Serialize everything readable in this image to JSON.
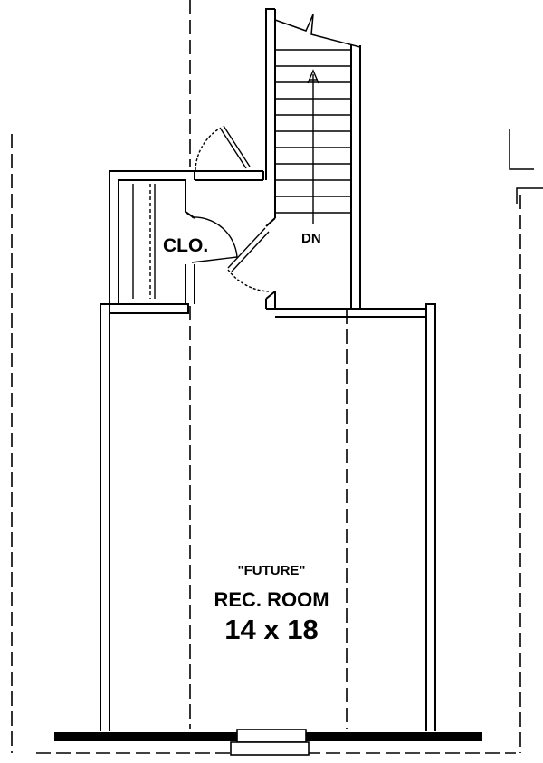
{
  "labels": {
    "closet": "CLO.",
    "stair_direction": "DN",
    "room_status": "\"FUTURE\"",
    "room_name": "REC. ROOM",
    "room_size": "14 x 18"
  },
  "colors": {
    "line": "#000000",
    "background": "#ffffff"
  },
  "icons": {
    "stair_arrow": "arrow-up-icon",
    "break_mark": "break-line-icon"
  }
}
